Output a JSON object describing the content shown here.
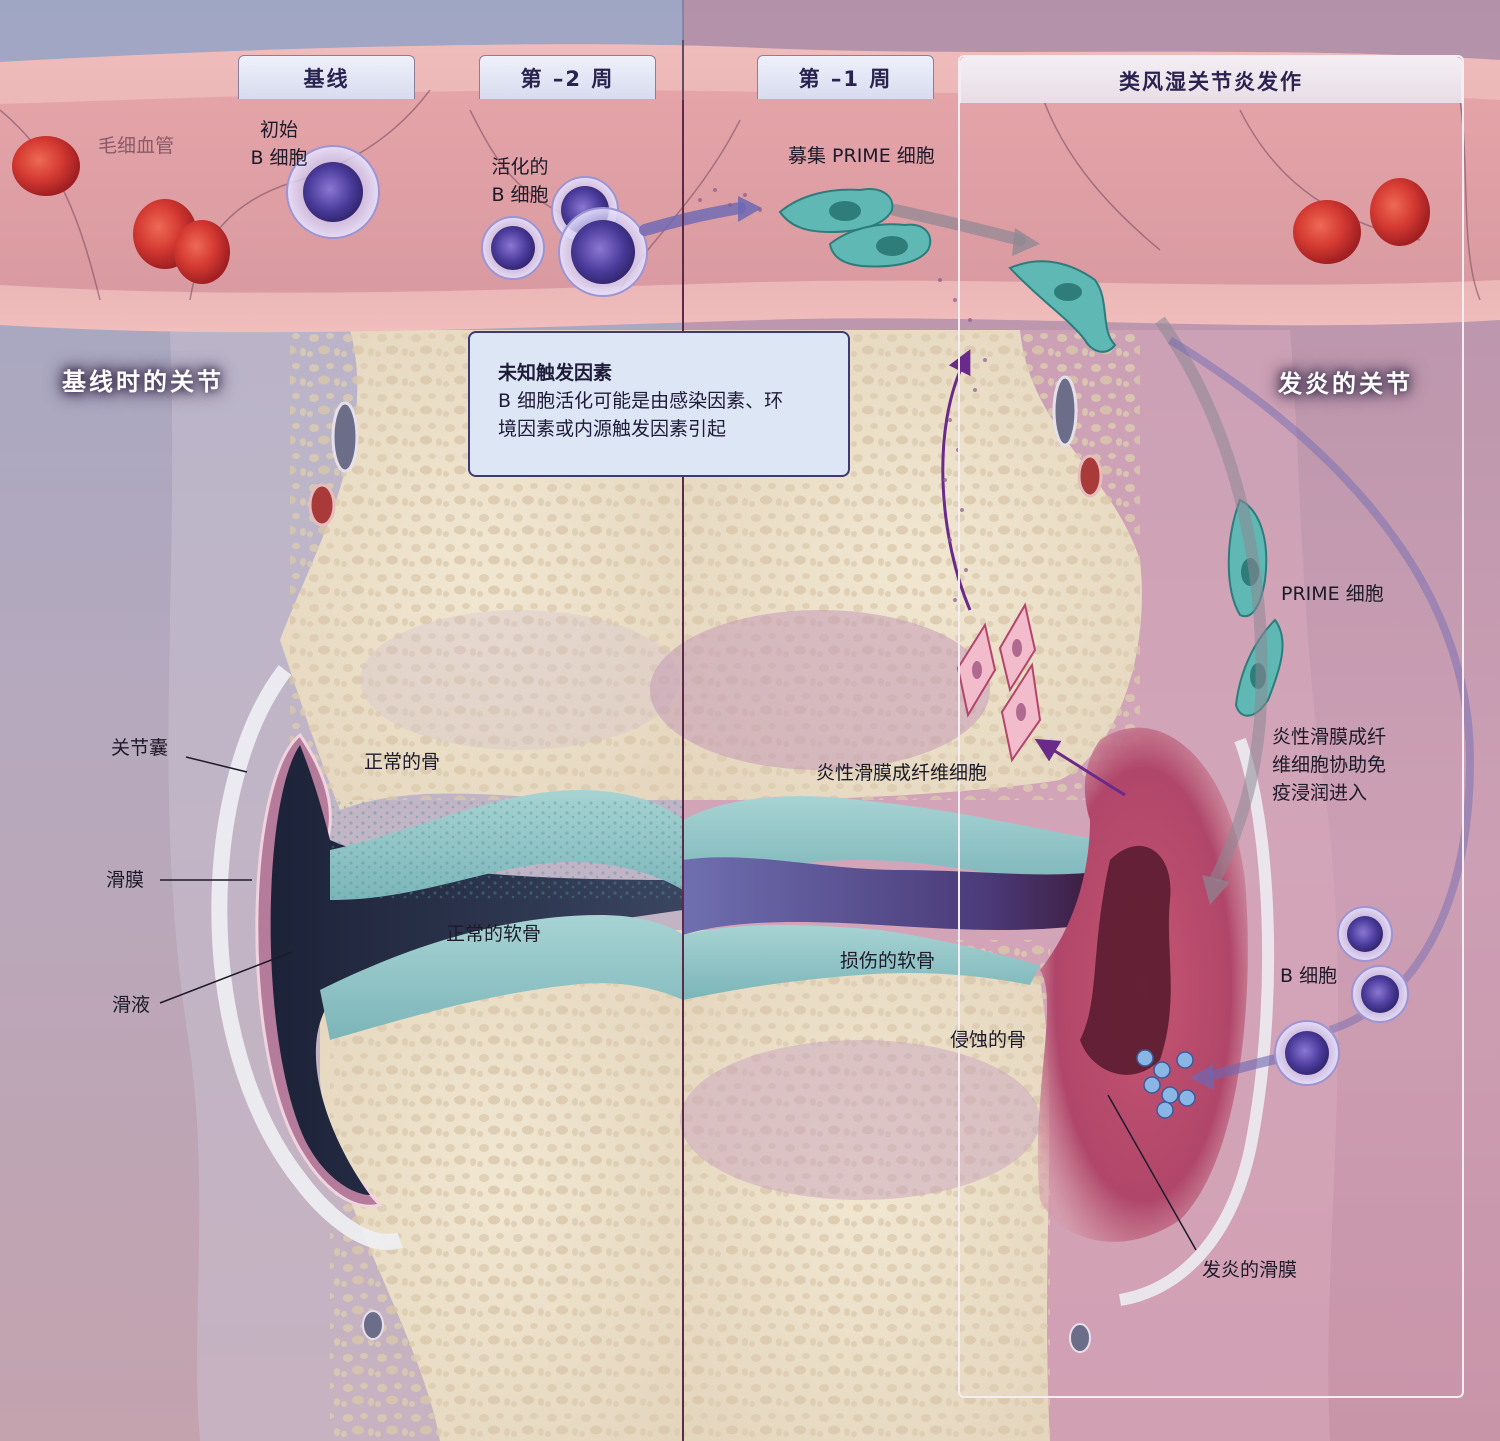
{
  "timeline": {
    "tab_baseline": "基线",
    "tab_week2": "第 –2 周",
    "tab_week1": "第 –1 周",
    "tab_flare": "类风湿关节炎发作"
  },
  "vessel_labels": {
    "capillary": "毛细血管",
    "naive_b_line1": "初始",
    "naive_b_line2": "B 细胞",
    "activated_b_line1": "活化的",
    "activated_b_line2": "B 细胞",
    "recruit_prime": "募集 PRIME 细胞"
  },
  "section_titles": {
    "baseline_joint": "基线时的关节",
    "inflamed_joint": "发炎的关节"
  },
  "infobox": {
    "title": "未知触发因素",
    "body_line1": "B 细胞活化可能是由感染因素、环",
    "body_line2": "境因素或内源触发因素引起"
  },
  "left_labels": {
    "capsule": "关节囊",
    "synovium": "滑膜",
    "synovial_fluid": "滑液",
    "normal_bone": "正常的骨",
    "normal_cartilage": "正常的软骨"
  },
  "right_labels": {
    "prime_cells": "PRIME 细胞",
    "isf": "炎性滑膜成纤维细胞",
    "isf_help_line1": "炎性滑膜成纤",
    "isf_help_line2": "维细胞协助免",
    "isf_help_line3": "疫浸润进入",
    "b_cells": "B 细胞",
    "damaged_cartilage": "损伤的软骨",
    "eroded_bone": "侵蚀的骨",
    "inflamed_synovium": "发炎的滑膜"
  },
  "colors": {
    "vessel_wall": "#e7a7a8",
    "vessel_lumen": "#d9939a",
    "rbc": "#d0322e",
    "b_cell": "#4b3b9b",
    "prime_cell": "#4fa8a6",
    "fibroblast": "#f2bccd",
    "cartilage": "#8fc3c5",
    "synovial_fluid": "#202a40",
    "bone": "#efe4cc",
    "inflamed_tissue": "#b34a6a",
    "tab_text": "#2a2350"
  }
}
